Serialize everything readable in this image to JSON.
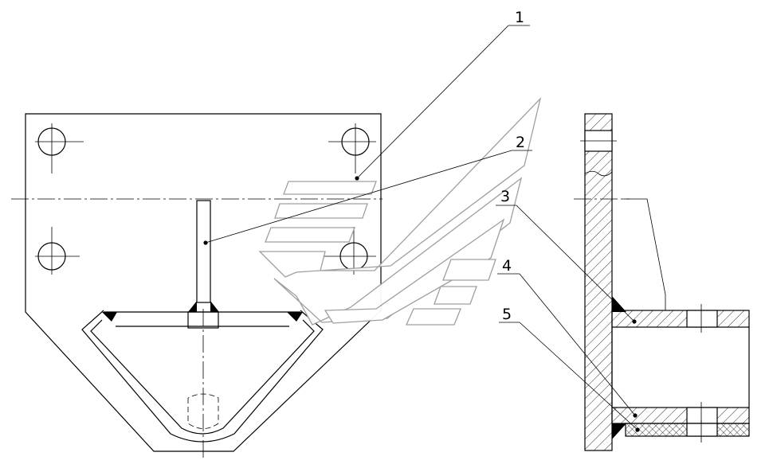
{
  "callouts": [
    {
      "id": "1",
      "label": "1"
    },
    {
      "id": "2",
      "label": "2"
    },
    {
      "id": "3",
      "label": "3"
    },
    {
      "id": "4",
      "label": "4"
    },
    {
      "id": "5",
      "label": "5"
    }
  ],
  "colors": {
    "line": "#000000",
    "watermark": "#9a9a9a",
    "background": "#ffffff"
  }
}
